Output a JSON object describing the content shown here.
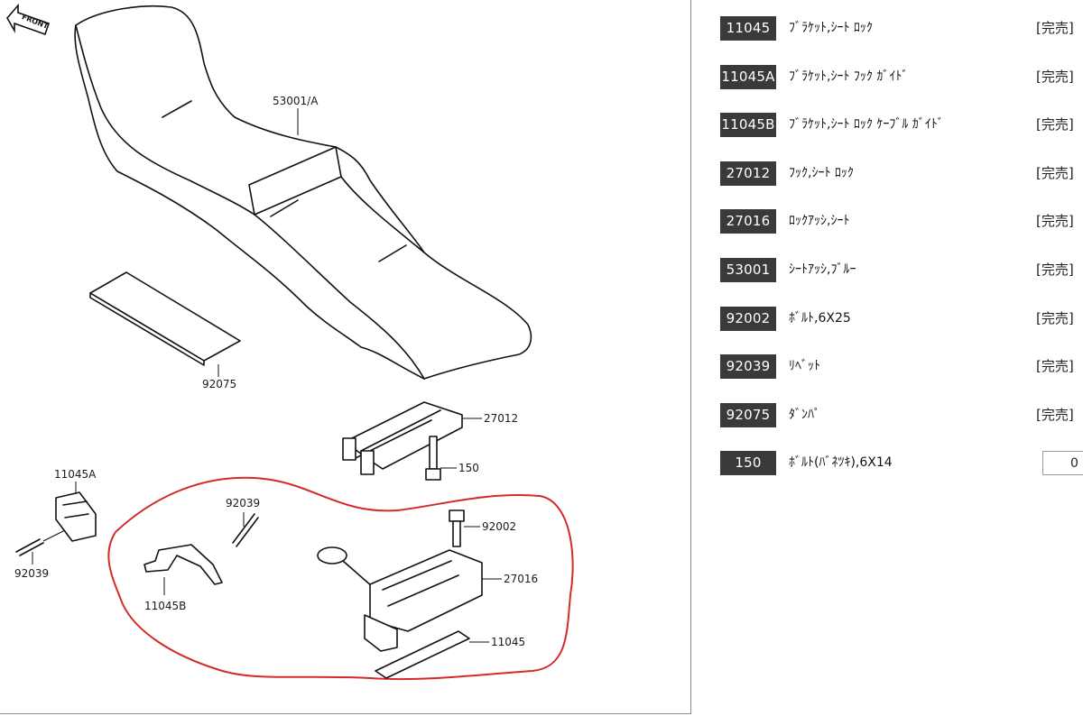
{
  "diagram": {
    "front_label": "FRONT",
    "callouts": {
      "seat": "53001/A",
      "damper": "92075",
      "hook": "27012",
      "bolt_hook": "150",
      "guide_a": "11045A",
      "rivet_left": "92039",
      "rivet_right": "92039",
      "bracket_b": "11045B",
      "bolt_lock": "92002",
      "lock_assy": "27016",
      "bracket": "11045"
    },
    "highlight_color": "#d42a2a"
  },
  "parts": [
    {
      "number": "11045",
      "name": "ﾌﾞﾗｹｯﾄ,ｼｰﾄ ﾛｯｸ",
      "status": "[完売]"
    },
    {
      "number": "11045A",
      "name": "ﾌﾞﾗｹｯﾄ,ｼｰﾄ ﾌｯｸ ｶﾞｲﾄﾞ",
      "status": "[完売]"
    },
    {
      "number": "11045B",
      "name": "ﾌﾞﾗｹｯﾄ,ｼｰﾄ ﾛｯｸ ｹｰﾌﾞﾙ ｶﾞｲﾄﾞ",
      "status": "[完売]"
    },
    {
      "number": "27012",
      "name": "ﾌｯｸ,ｼｰﾄ ﾛｯｸ",
      "status": "[完売]"
    },
    {
      "number": "27016",
      "name": "ﾛｯｸｱｯｼ,ｼｰﾄ",
      "status": "[完売]"
    },
    {
      "number": "53001",
      "name": "ｼｰﾄｱｯｼ,ﾌﾞﾙｰ",
      "status": "[完売]"
    },
    {
      "number": "92002",
      "name": "ﾎﾞﾙﾄ,6X25",
      "status": "[完売]"
    },
    {
      "number": "92039",
      "name": "ﾘﾍﾞｯﾄ",
      "status": "[完売]"
    },
    {
      "number": "92075",
      "name": "ﾀﾞﾝﾊﾟ",
      "status": "[完売]"
    },
    {
      "number": "150",
      "name": "ﾎﾞﾙﾄ(ﾊﾞﾈﾂｷ),6X14",
      "quantity": "0"
    }
  ]
}
